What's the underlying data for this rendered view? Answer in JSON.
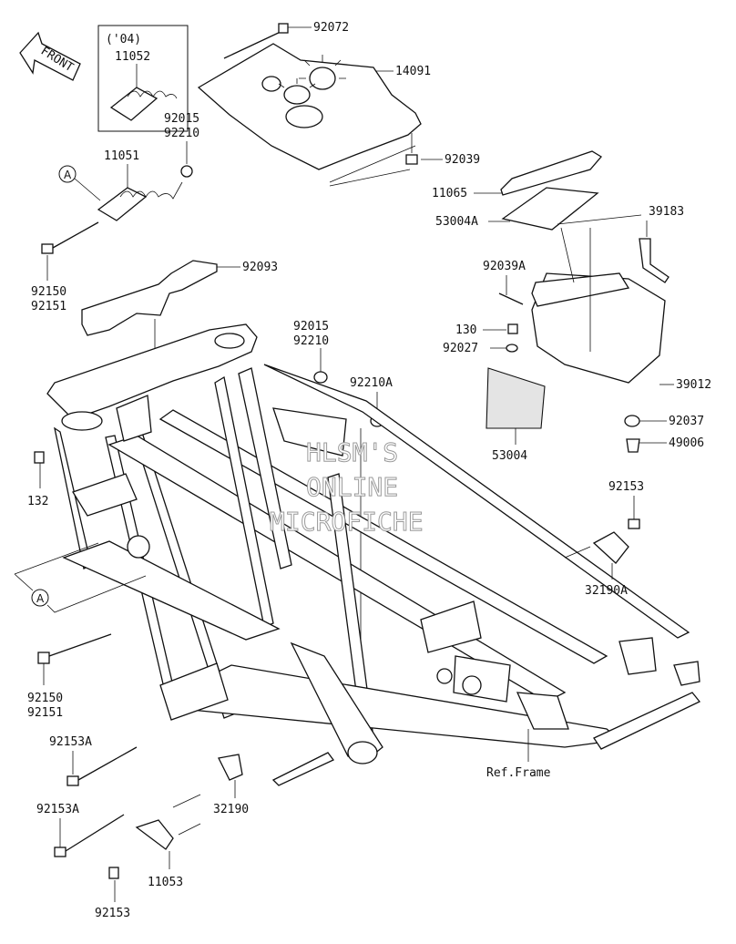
{
  "diagram": {
    "direction_arrow": "FRONT",
    "variant_note": "('04)",
    "callout_letter": "A",
    "ref_label": "Ref.Frame",
    "watermark": [
      "HLSM'S",
      "ONLINE",
      "MICROFICHE"
    ],
    "part_numbers": {
      "p92072": "92072",
      "p14091": "14091",
      "p11052": "11052",
      "p92015_a": "92015",
      "p92210_a": "92210",
      "p11051": "11051",
      "p92039": "92039",
      "p11065": "11065",
      "p53004A": "53004A",
      "p39183": "39183",
      "p92150_a": "92150",
      "p92151_a": "92151",
      "p92093": "92093",
      "p92039A": "92039A",
      "p130": "130",
      "p92027": "92027",
      "p92015_b": "92015",
      "p92210_b": "92210",
      "p92210A": "92210A",
      "p39012": "39012",
      "p92037": "92037",
      "p49006": "49006",
      "p53004": "53004",
      "p132": "132",
      "p92153_a": "92153",
      "p32190A": "32190A",
      "p92150_b": "92150",
      "p92151_b": "92151",
      "p92153A_a": "92153A",
      "p32190": "32190",
      "p92153A_b": "92153A",
      "p11053": "11053",
      "p92153_b": "92153"
    }
  }
}
